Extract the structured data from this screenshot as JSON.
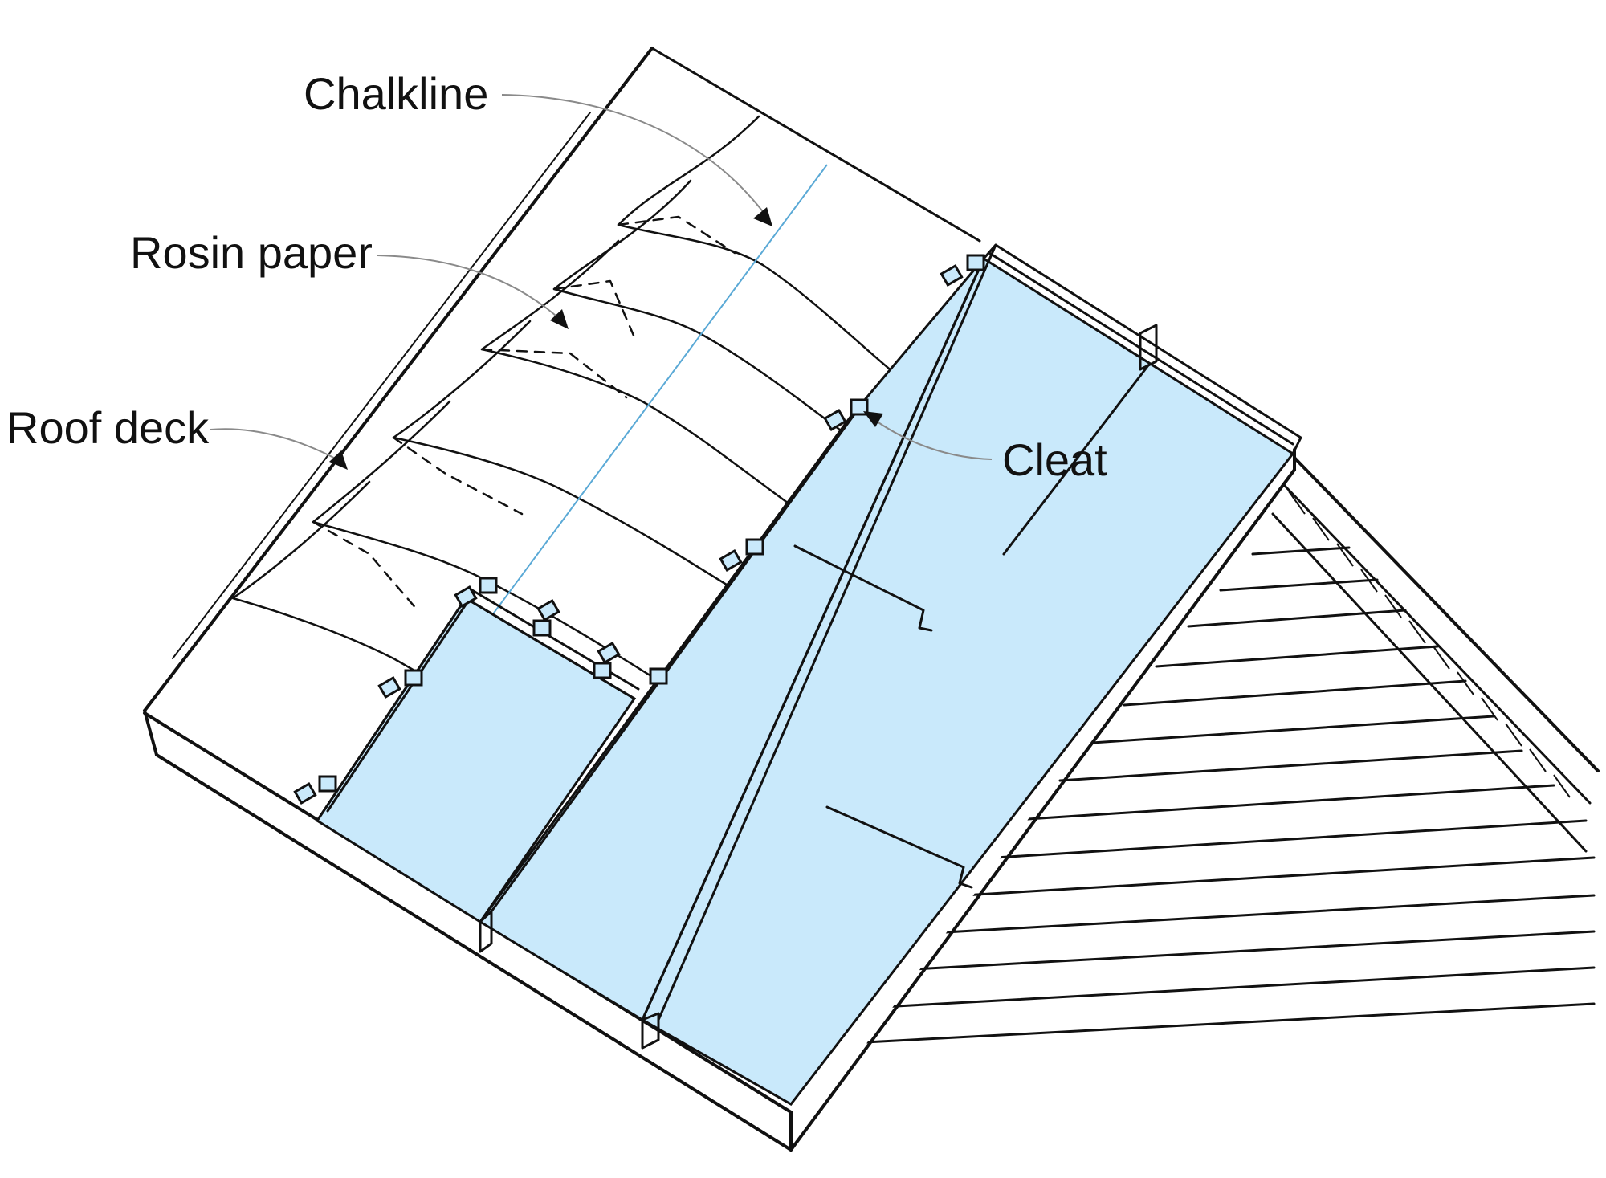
{
  "labels": {
    "chalkline": "Chalkline",
    "rosin_paper": "Rosin paper",
    "roof_deck": "Roof deck",
    "cleat": "Cleat"
  },
  "colors": {
    "ink": "#111111",
    "metal_pan": "#c9e9fb",
    "chalkline": "#5aa9d6",
    "leader": "#8a8a8a"
  }
}
